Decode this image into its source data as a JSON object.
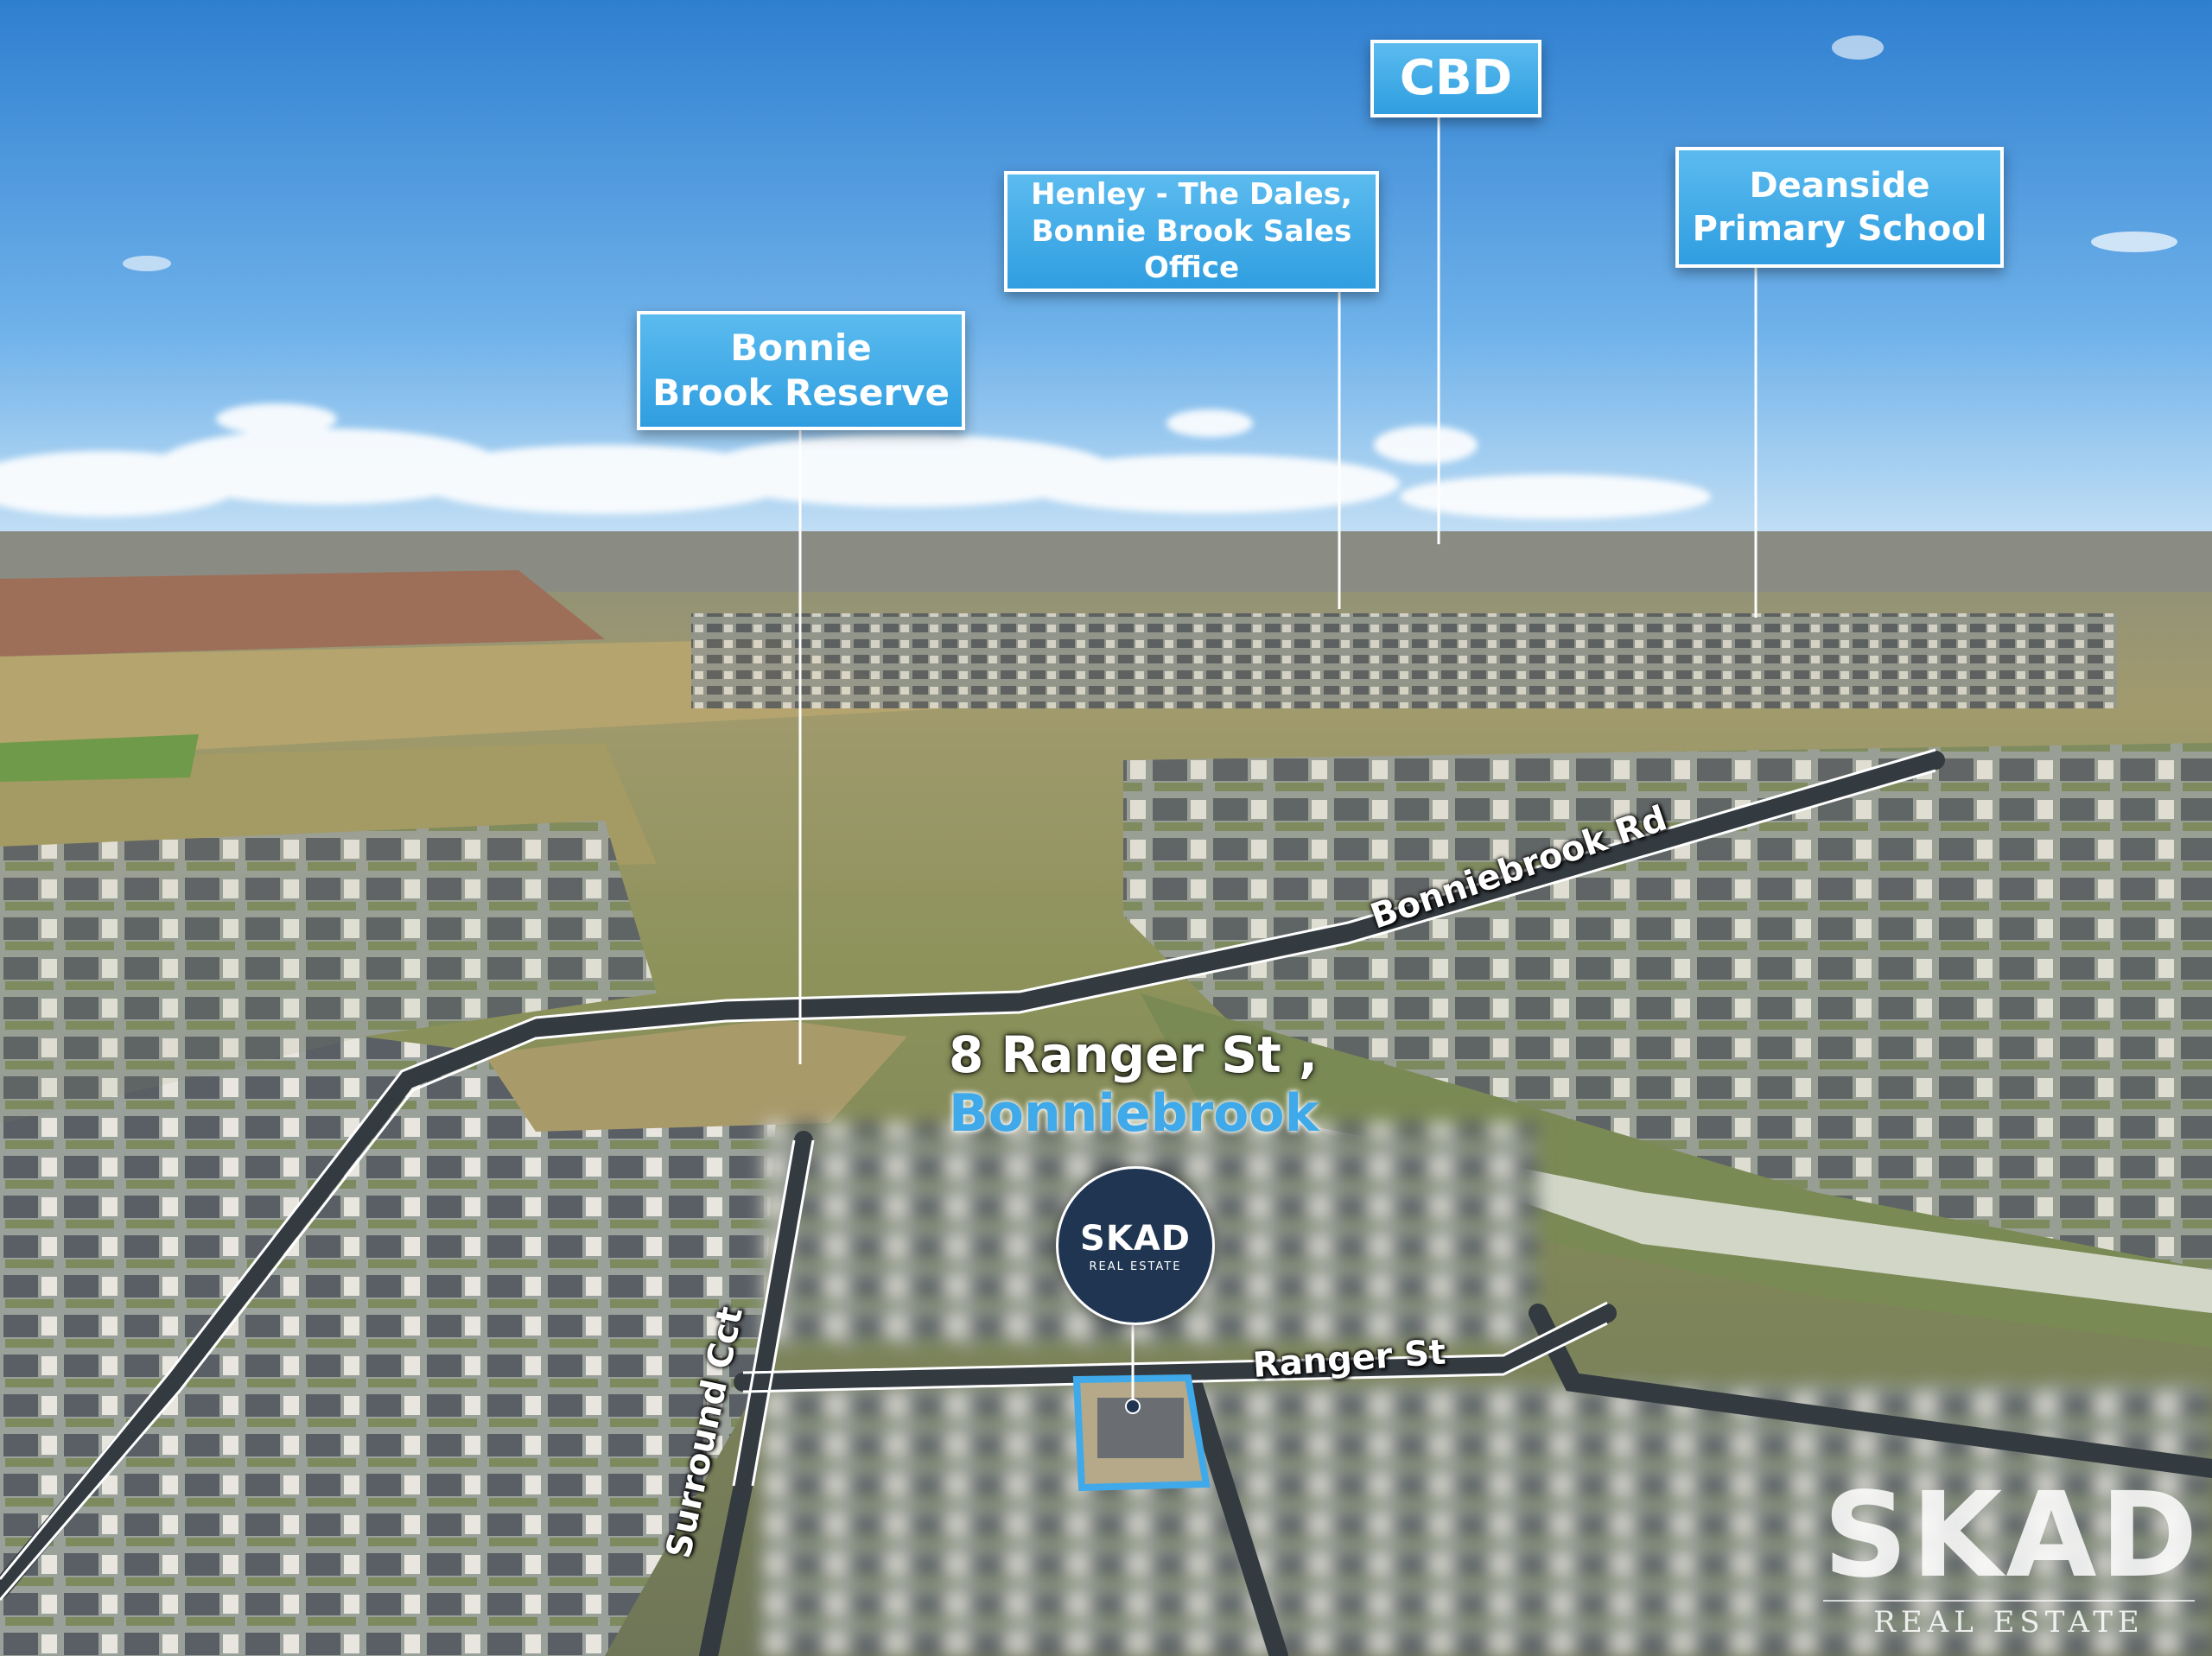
{
  "callouts": {
    "cbd": "CBD",
    "henley_line1": "Henley - The Dales,",
    "henley_line2": "Bonnie Brook Sales Office",
    "deanside_line1": "Deanside",
    "deanside_line2": "Primary School",
    "reserve_line1": "Bonnie",
    "reserve_line2": "Brook Reserve"
  },
  "roads": {
    "bonniebrook_rd": "Bonniebrook Rd",
    "ranger_st": "Ranger St",
    "surround_cct": "Surround Cct"
  },
  "address": {
    "street": "8 Ranger St ,",
    "suburb": "Bonniebrook"
  },
  "logo": {
    "brand": "SKAD",
    "sub": "REAL ESTATE"
  },
  "watermark": {
    "brand": "SKAD",
    "sub": "REAL ESTATE"
  },
  "colors": {
    "callout_blue": "#3fa9ea",
    "highlight_blue": "#3fa9ea",
    "logo_navy": "#1f3552",
    "sky": "#3d8fd8"
  }
}
